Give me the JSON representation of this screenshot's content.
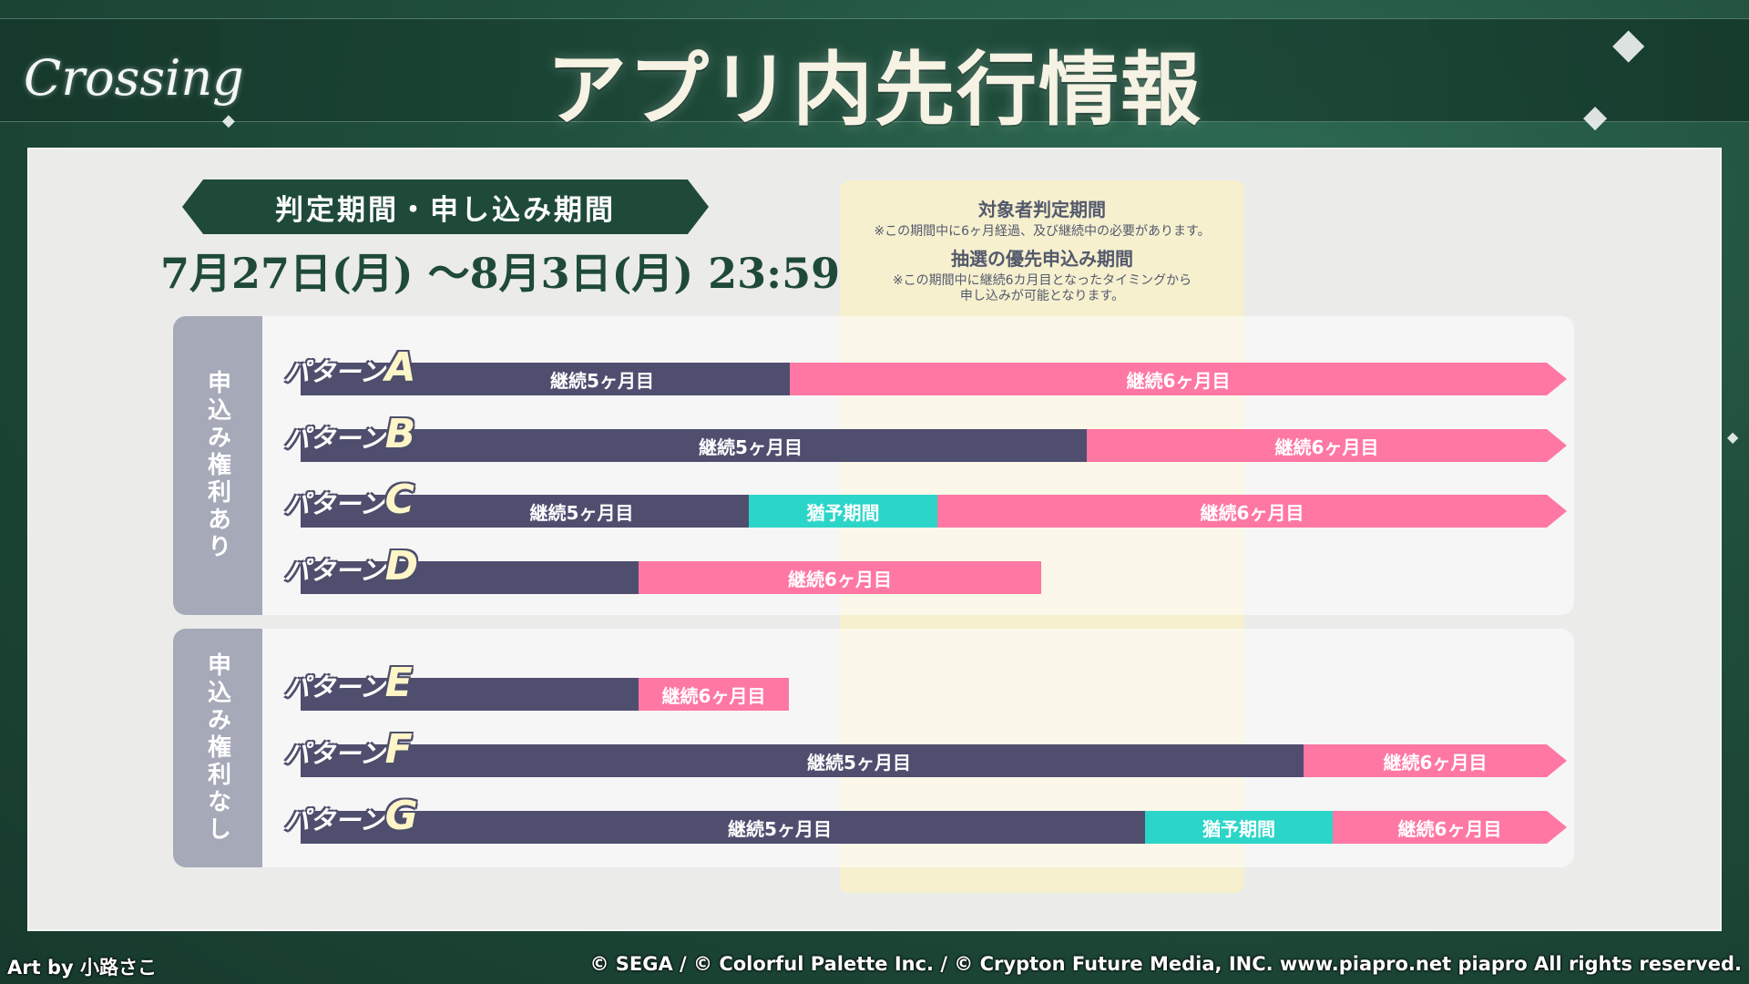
{
  "header": {
    "logo_text": "Crossing",
    "title": "アプリ内先行情報"
  },
  "period": {
    "banner": "判定期間・申し込み期間",
    "dates": "7月27日(月) ～8月3日(月) 23:59"
  },
  "notes": [
    {
      "title": "対象者判定期間",
      "text": "※この期間中に6ヶ月経過、及び継続中の必要があります。"
    },
    {
      "title": "抽選の優先申込み期間",
      "text": "※この期間中に継続6カ月目となったタイミングから\n申し込みが可能となります。"
    }
  ],
  "groups": [
    {
      "label": "申込み権利あり"
    },
    {
      "label": "申込み権利なし"
    }
  ],
  "pattern_prefix": "パターン",
  "patterns": [
    {
      "letter": "A",
      "segments": [
        {
          "label": "継続5ヶ月目",
          "color": "#4f4e6f"
        },
        {
          "label": "継続6ヶ月目",
          "color": "#ff77a3"
        }
      ]
    },
    {
      "letter": "B",
      "segments": [
        {
          "label": "継続5ヶ月目",
          "color": "#4f4e6f"
        },
        {
          "label": "継続6ヶ月目",
          "color": "#ff77a3"
        }
      ]
    },
    {
      "letter": "C",
      "segments": [
        {
          "label": "継続5ヶ月目",
          "color": "#4f4e6f"
        },
        {
          "label": "猶予期間",
          "color": "#2bd6c8"
        },
        {
          "label": "継続6ヶ月目",
          "color": "#ff77a3"
        }
      ]
    },
    {
      "letter": "D",
      "segments": [
        {
          "label": "",
          "color": "#4f4e6f"
        },
        {
          "label": "継続6ヶ月目",
          "color": "#ff77a3"
        }
      ]
    },
    {
      "letter": "E",
      "segments": [
        {
          "label": "",
          "color": "#4f4e6f"
        },
        {
          "label": "継続6ヶ月目",
          "color": "#ff77a3"
        }
      ]
    },
    {
      "letter": "F",
      "segments": [
        {
          "label": "継続5ヶ月目",
          "color": "#4f4e6f"
        },
        {
          "label": "継続6ヶ月目",
          "color": "#ff77a3"
        }
      ]
    },
    {
      "letter": "G",
      "segments": [
        {
          "label": "継続5ヶ月目",
          "color": "#4f4e6f"
        },
        {
          "label": "猶予期間",
          "color": "#2bd6c8"
        },
        {
          "label": "継続6ヶ月目",
          "color": "#ff77a3"
        }
      ]
    }
  ],
  "footer": {
    "art_credit": "Art by 小路さこ",
    "copyright": "© SEGA / © Colorful Palette Inc. / © Crypton Future Media, INC. www.piapro.net piapro All rights reserved."
  }
}
